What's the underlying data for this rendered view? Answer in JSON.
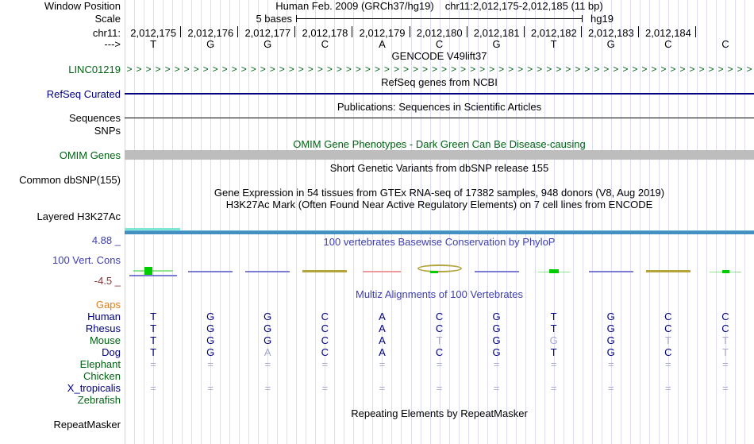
{
  "colors": {
    "track_green": "#006312",
    "track_navy": "#000080",
    "title_blue": "#3e3eae",
    "gaps_orange": "#e07d1c",
    "cons_min_red": "#8b3232",
    "base_dark": "#000080",
    "base_light": "#a8a8d0",
    "grid_line": "#dcdcf2",
    "start_guideline": "#f8c6c6",
    "omim_bar_gray": "#bdbdbd",
    "h3k_bar_blue": "#4590c2",
    "h3k_bar_teal": "#7fe6d5",
    "cons_green": "#00cc00",
    "cons_light_green": "#8de48d",
    "cons_olive": "#b3a43c",
    "cons_pink": "#ef9a9a",
    "cons_blue": "#7b7bd4"
  },
  "header": {
    "window_position_label": "Window Position",
    "assembly": "Human Feb. 2009 (GRCh37/hg19)",
    "position": "chr11:2,012,175-2,012,185 (11 bp)",
    "scale_label": "Scale",
    "scale_value": "5 bases",
    "genome": "hg19",
    "chrom_label": "chr11:",
    "strand_label": "--->",
    "coordinates": [
      "2,012,175",
      "2,012,176",
      "2,012,177",
      "2,012,178",
      "2,012,179",
      "2,012,180",
      "2,012,181",
      "2,012,182",
      "2,012,183",
      "2,012,184"
    ],
    "reference_bases": [
      "T",
      "G",
      "G",
      "C",
      "A",
      "C",
      "G",
      "T",
      "G",
      "C",
      "C"
    ]
  },
  "tracks": {
    "gencode": {
      "title": "GENCODE V49lift37",
      "gene": "LINC01219",
      "arrow_char": ">",
      "arrow_count": 66
    },
    "refseq": {
      "title": "RefSeq genes from NCBI",
      "label": "RefSeq Curated"
    },
    "publications": {
      "title": "Publications: Sequences in Scientific Articles",
      "label": "Sequences"
    },
    "snps": {
      "label": "SNPs"
    },
    "omim": {
      "title": "OMIM Gene Phenotypes - Dark Green Can Be Disease-causing",
      "label": "OMIM Genes"
    },
    "dbsnp": {
      "title": "Short Genetic Variants from dbSNP release 155",
      "label": "Common dbSNP(155)"
    },
    "gtex": {
      "title": "Gene Expression in 54 tissues from GTEx RNA-seq of 17382 samples, 948 donors (V8, Aug 2019)"
    },
    "h3k27ac": {
      "title": "H3K27Ac Mark (Often Found Near Active Regulatory Elements) on 7 cell lines from ENCODE",
      "label": "Layered H3K27Ac"
    },
    "conservation": {
      "title": "100 vertebrates Basewise Conservation by PhyloP",
      "label": "100 Vert. Cons",
      "max_label": "4.88 _",
      "min_label": "-4.5 _",
      "marks": [
        "green-square-blue",
        "blue",
        "blue",
        "olive",
        "pink",
        "olive-lens",
        "blue",
        "green-dash",
        "blue",
        "olive",
        "green-dash-small"
      ]
    },
    "multiz": {
      "title": "Multiz Alignments of 100 Vertebrates",
      "rows": [
        {
          "label": "Gaps",
          "label_color": "#e07d1c",
          "cells": [
            "",
            "",
            "",
            "",
            "",
            "",
            "",
            "",
            "",
            "",
            ""
          ],
          "light": []
        },
        {
          "label": "Human",
          "label_color": "#000080",
          "cells": [
            "T",
            "G",
            "G",
            "C",
            "A",
            "C",
            "G",
            "T",
            "G",
            "C",
            "C"
          ],
          "light": []
        },
        {
          "label": "Rhesus",
          "label_color": "#000080",
          "cells": [
            "T",
            "G",
            "G",
            "C",
            "A",
            "C",
            "G",
            "T",
            "G",
            "C",
            "C"
          ],
          "light": []
        },
        {
          "label": "Mouse",
          "label_color": "#006312",
          "cells": [
            "T",
            "G",
            "G",
            "C",
            "A",
            "T",
            "G",
            "G",
            "G",
            "T",
            "T"
          ],
          "light": [
            5,
            7,
            9,
            10
          ]
        },
        {
          "label": "Dog",
          "label_color": "#000080",
          "cells": [
            "T",
            "G",
            "A",
            "C",
            "A",
            "C",
            "G",
            "T",
            "G",
            "C",
            "T"
          ],
          "light": [
            2,
            10
          ]
        },
        {
          "label": "Elephant",
          "label_color": "#006312",
          "cells": [
            "=",
            "=",
            "=",
            "=",
            "=",
            "=",
            "=",
            "=",
            "=",
            "=",
            "="
          ],
          "light": [
            0,
            1,
            2,
            3,
            4,
            5,
            6,
            7,
            8,
            9,
            10
          ]
        },
        {
          "label": "Chicken",
          "label_color": "#006312",
          "cells": [
            "",
            "",
            "",
            "",
            "",
            "",
            "",
            "",
            "",
            "",
            ""
          ],
          "light": []
        },
        {
          "label": "X_tropicalis",
          "label_color": "#000080",
          "cells": [
            "=",
            "=",
            "=",
            "=",
            "=",
            "=",
            "=",
            "=",
            "=",
            "=",
            "="
          ],
          "light": [
            0,
            1,
            2,
            3,
            4,
            5,
            6,
            7,
            8,
            9,
            10
          ]
        },
        {
          "label": "Zebrafish",
          "label_color": "#006312",
          "cells": [
            "",
            "",
            "",
            "",
            "",
            "",
            "",
            "",
            "",
            "",
            ""
          ],
          "light": []
        }
      ]
    },
    "repeatmasker": {
      "title": "Repeating Elements by RepeatMasker",
      "label": "RepeatMasker"
    }
  }
}
